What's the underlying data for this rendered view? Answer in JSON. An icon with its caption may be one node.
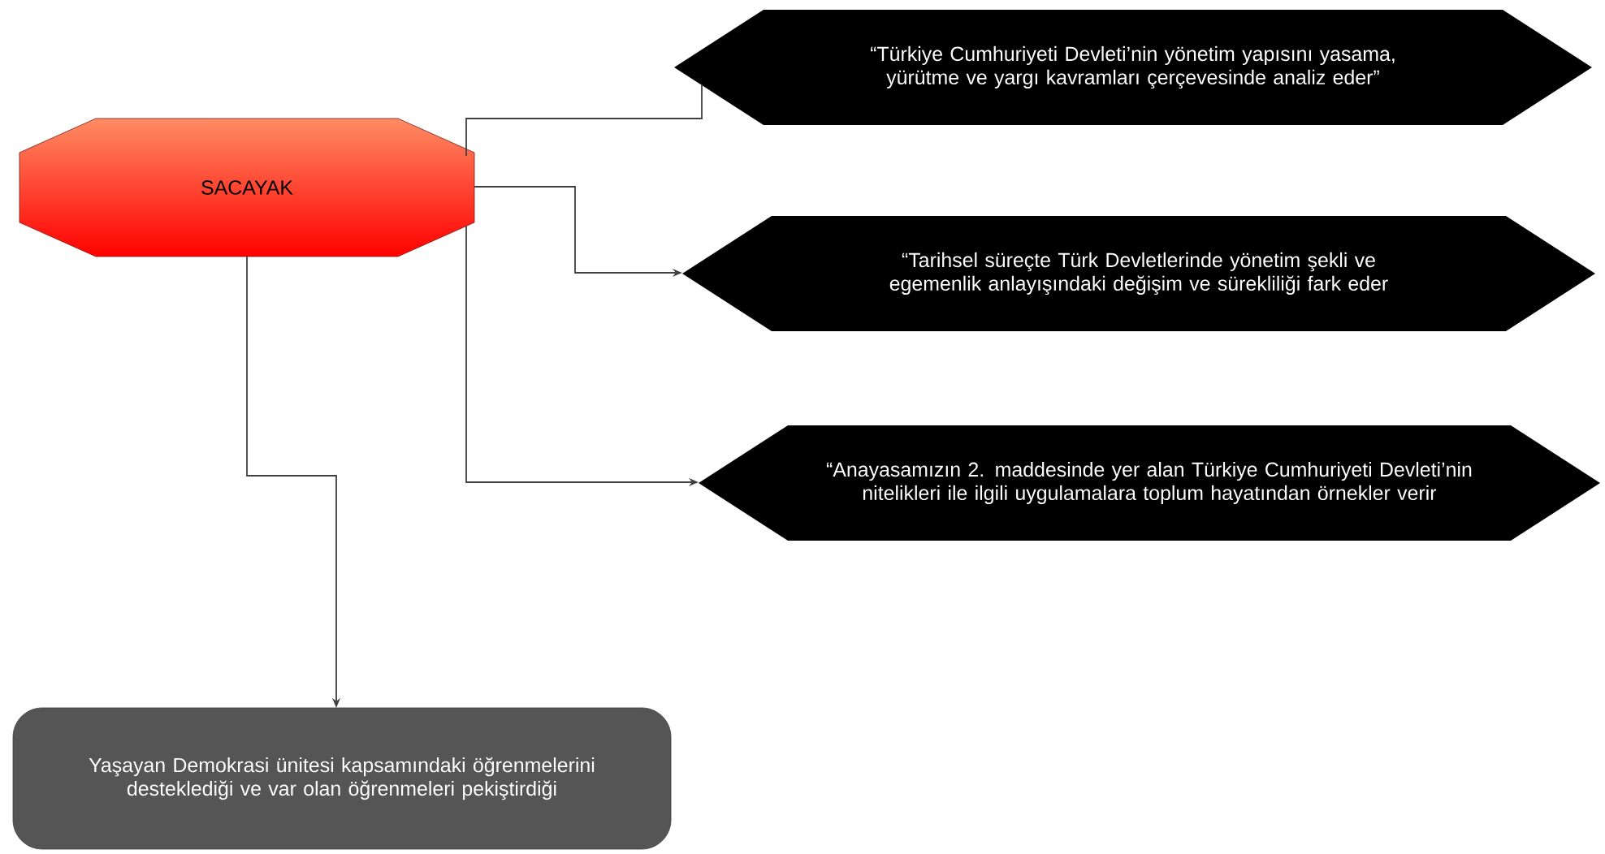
{
  "diagram": {
    "nodes": [
      {
        "text": [
          "SACAYAK"
        ]
      },
      {
        "text": [
          "“Türkiye Cumhuriyeti Devleti’nin yönetim yapısını yasama, yürütme ve yargı kavramları çerçevesinde analiz eder”"
        ]
      },
      {
        "text": [
          "“Tarihsel süreçte Türk Devletlerinde yönetim şekli ve egemenlik anlayışındaki değişim ve sürekliliği fark eder"
        ]
      },
      {
        "text": [
          "“Anayasamızın 2. maddesinde yer alan Türkiye Cumhuriyeti Devleti’nin nitelikleri ile ilgili uygulamalara toplum hayatından örnekler verir"
        ]
      },
      {
        "text": [
          "Yaşayan Demokrasi ünitesi kapsamındaki öğrenmelerini desteklediği ve var olan öğrenmeleri pekiştirdiği"
        ]
      }
    ],
    "edges": [
      {
        "from": 0,
        "to": 1,
        "arrow": "none"
      },
      {
        "from": 0,
        "to": 2,
        "arrow": "to"
      },
      {
        "from": 0,
        "to": 3,
        "arrow": "to"
      },
      {
        "from": 0,
        "to": 4,
        "arrow": "to"
      }
    ]
  }
}
